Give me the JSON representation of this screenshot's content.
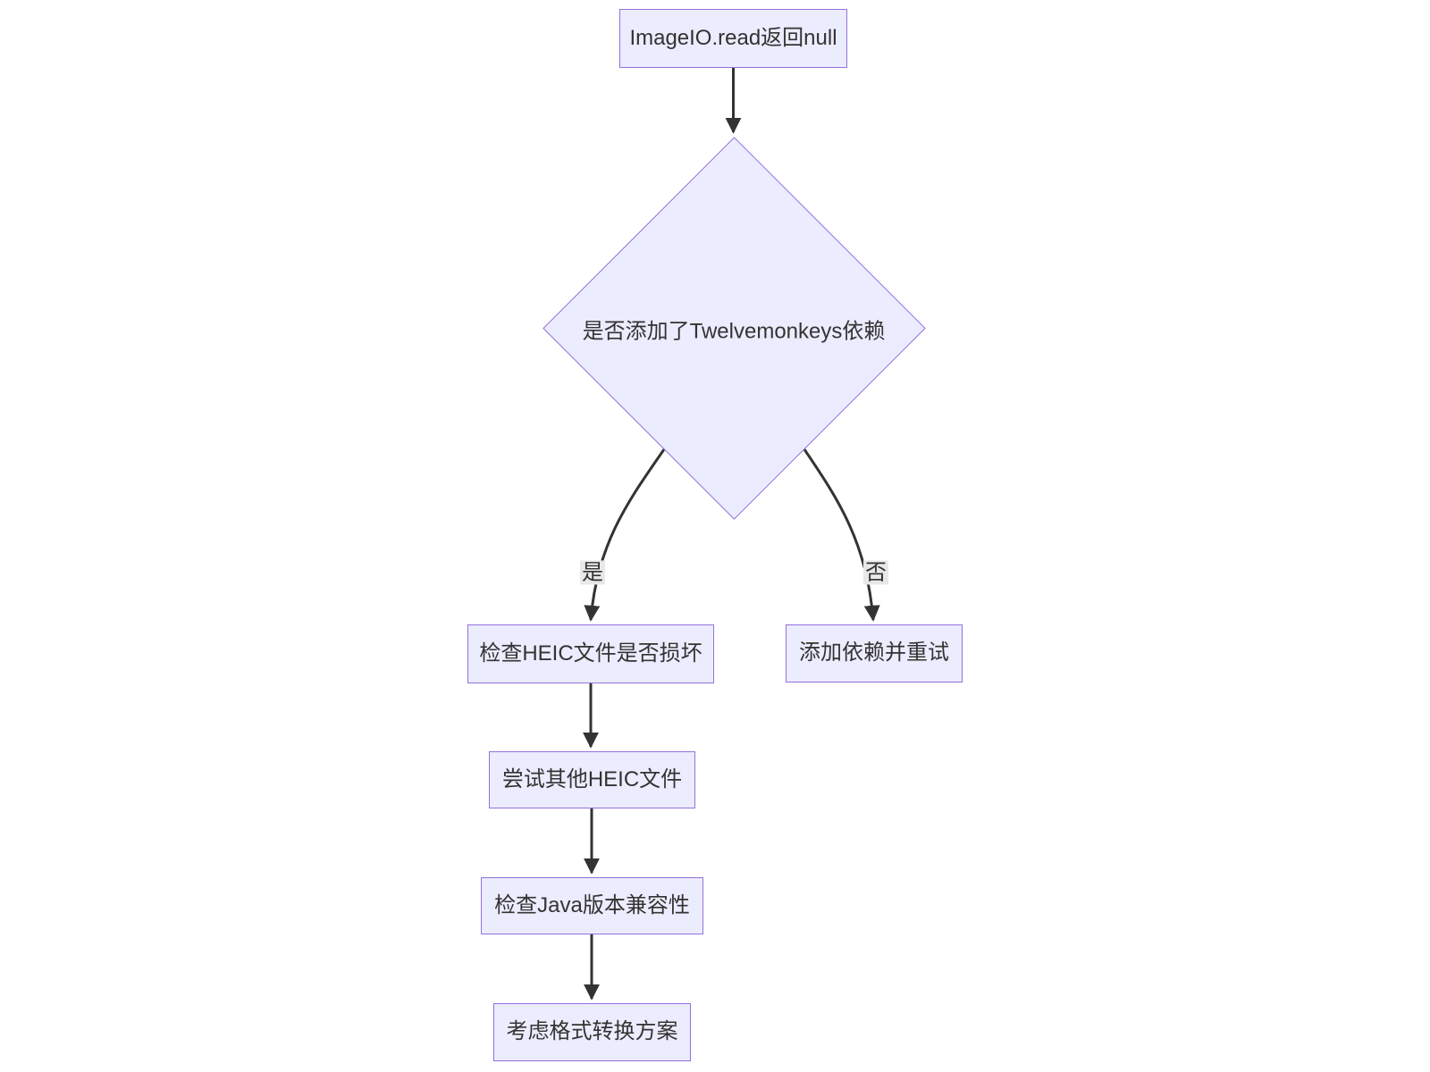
{
  "diagram": {
    "type": "flowchart",
    "direction": "top-down"
  },
  "colors": {
    "node-fill": "#ECECFF",
    "node-border": "#9370DB",
    "edge": "#333333",
    "text": "#333333",
    "label-bg": "#e8e8e8",
    "page-bg": "#ffffff"
  },
  "nodes": [
    {
      "id": "A",
      "shape": "rect",
      "label": "ImageIO.read返回null"
    },
    {
      "id": "B",
      "shape": "diamond",
      "label": "是否添加了Twelvemonkeys依赖"
    },
    {
      "id": "C",
      "shape": "rect",
      "label": "检查HEIC文件是否损坏"
    },
    {
      "id": "D",
      "shape": "rect",
      "label": "添加依赖并重试"
    },
    {
      "id": "E",
      "shape": "rect",
      "label": "尝试其他HEIC文件"
    },
    {
      "id": "F",
      "shape": "rect",
      "label": "检查Java版本兼容性"
    },
    {
      "id": "G",
      "shape": "rect",
      "label": "考虑格式转换方案"
    }
  ],
  "edges": [
    {
      "from": "A",
      "to": "B",
      "label": ""
    },
    {
      "from": "B",
      "to": "C",
      "label": "是"
    },
    {
      "from": "B",
      "to": "D",
      "label": "否"
    },
    {
      "from": "C",
      "to": "E",
      "label": ""
    },
    {
      "from": "E",
      "to": "F",
      "label": ""
    },
    {
      "from": "F",
      "to": "G",
      "label": ""
    }
  ]
}
